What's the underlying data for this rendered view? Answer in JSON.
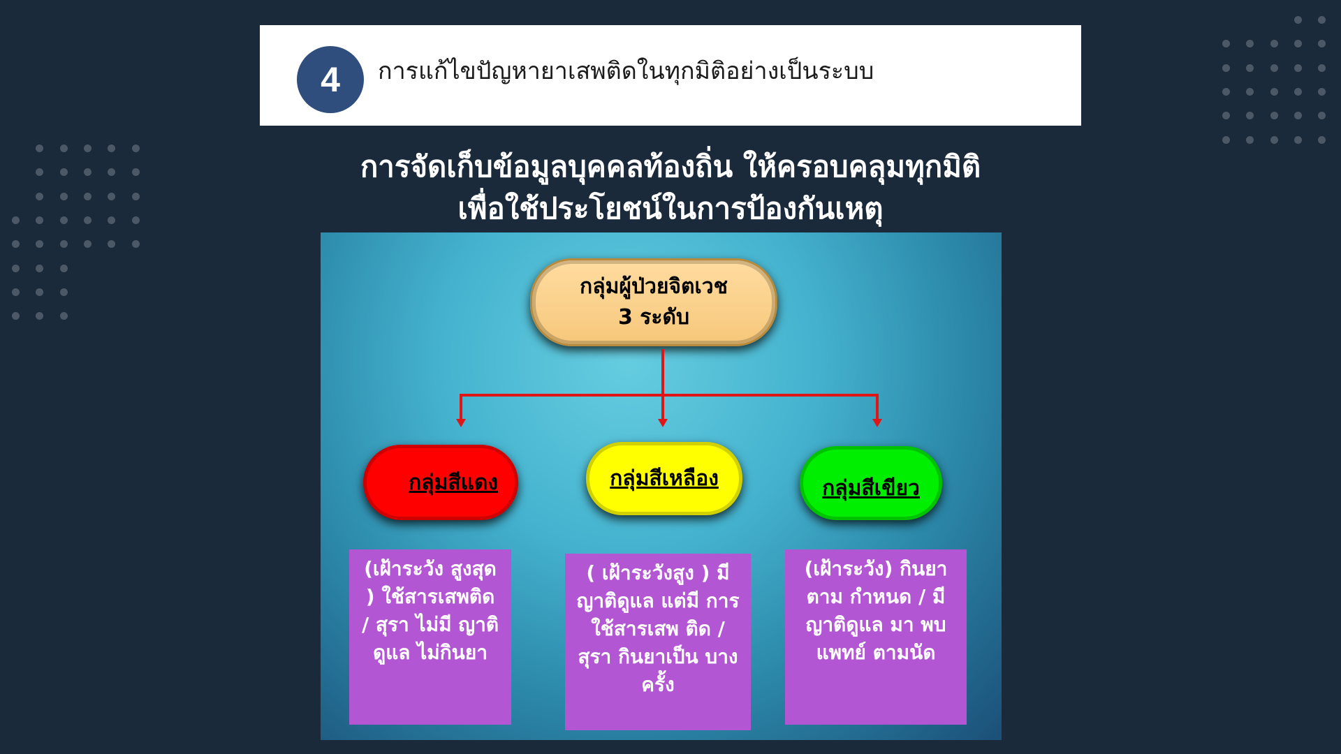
{
  "header": {
    "step_number": "4",
    "title": "การแก้ไขปัญหายาเสพติดในทุกมิติอย่างเป็นระบบ"
  },
  "subtitle": {
    "line1": "การจัดเก็บข้อมูลบุคคลท้องถิ่น ให้ครอบคลุมทุกมิติ",
    "line2": "เพื่อใช้ประโยชน์ในการป้องกันเหตุ"
  },
  "diagram": {
    "root": {
      "line1": "กลุ่มผู้ป่วยจิตเวช",
      "line2": "3 ระดับ"
    },
    "groups": [
      {
        "label": "กลุ่มสีแดง",
        "color": "#ff0000",
        "description": "(เฝ้าระวัง สูงสุด ) ใช้สารเสพติด / สุรา  ไม่มี ญาติดูแล ไม่กินยา"
      },
      {
        "label": "กลุ่มสีเหลือง",
        "color": "#ffff00",
        "description": "( เฝ้าระวังสูง ) มีญาติดูแล แต่มี การใช้สารเสพ ติด / สุรา กินยาเป็น บางครั้ง"
      },
      {
        "label": "กลุ่มสีเขียว",
        "color": "#00ee00",
        "description": "(เฝ้าระวัง) กินยาตาม กำหนด / มีญาติดูแล มา พบแพทย์ ตามนัด"
      }
    ]
  }
}
